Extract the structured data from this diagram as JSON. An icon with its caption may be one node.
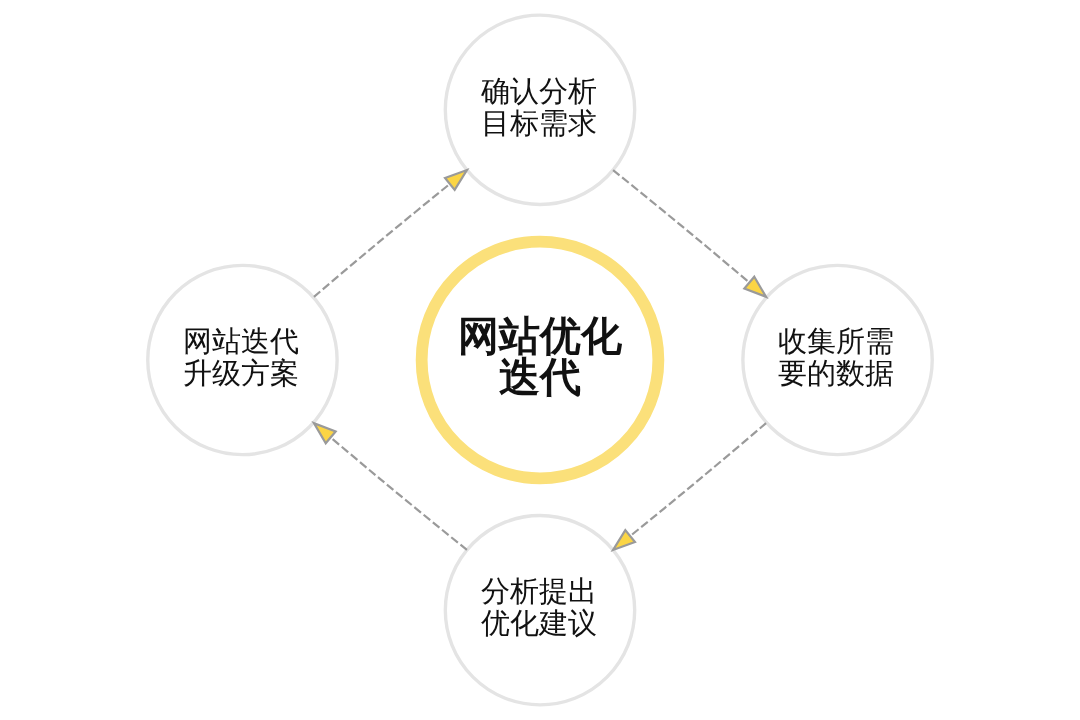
{
  "diagram": {
    "nodes": [
      {
        "text": [
          "确认分析目标需求"
        ]
      },
      {
        "text": [
          "网站迭代升级方案"
        ]
      },
      {
        "text": [
          "网站优化迭代"
        ]
      },
      {
        "text": [
          "收集所需要的数据"
        ]
      },
      {
        "text": [
          "分析提出优化建议"
        ]
      }
    ],
    "edges": [
      {
        "from": 0,
        "to": 3,
        "arrow": "to",
        "style": "dashed"
      },
      {
        "from": 3,
        "to": 4,
        "arrow": "to",
        "style": "dashed"
      },
      {
        "from": 4,
        "to": 1,
        "arrow": "to",
        "style": "dashed"
      },
      {
        "from": 1,
        "to": 0,
        "arrow": "to",
        "style": "dashed"
      }
    ]
  }
}
